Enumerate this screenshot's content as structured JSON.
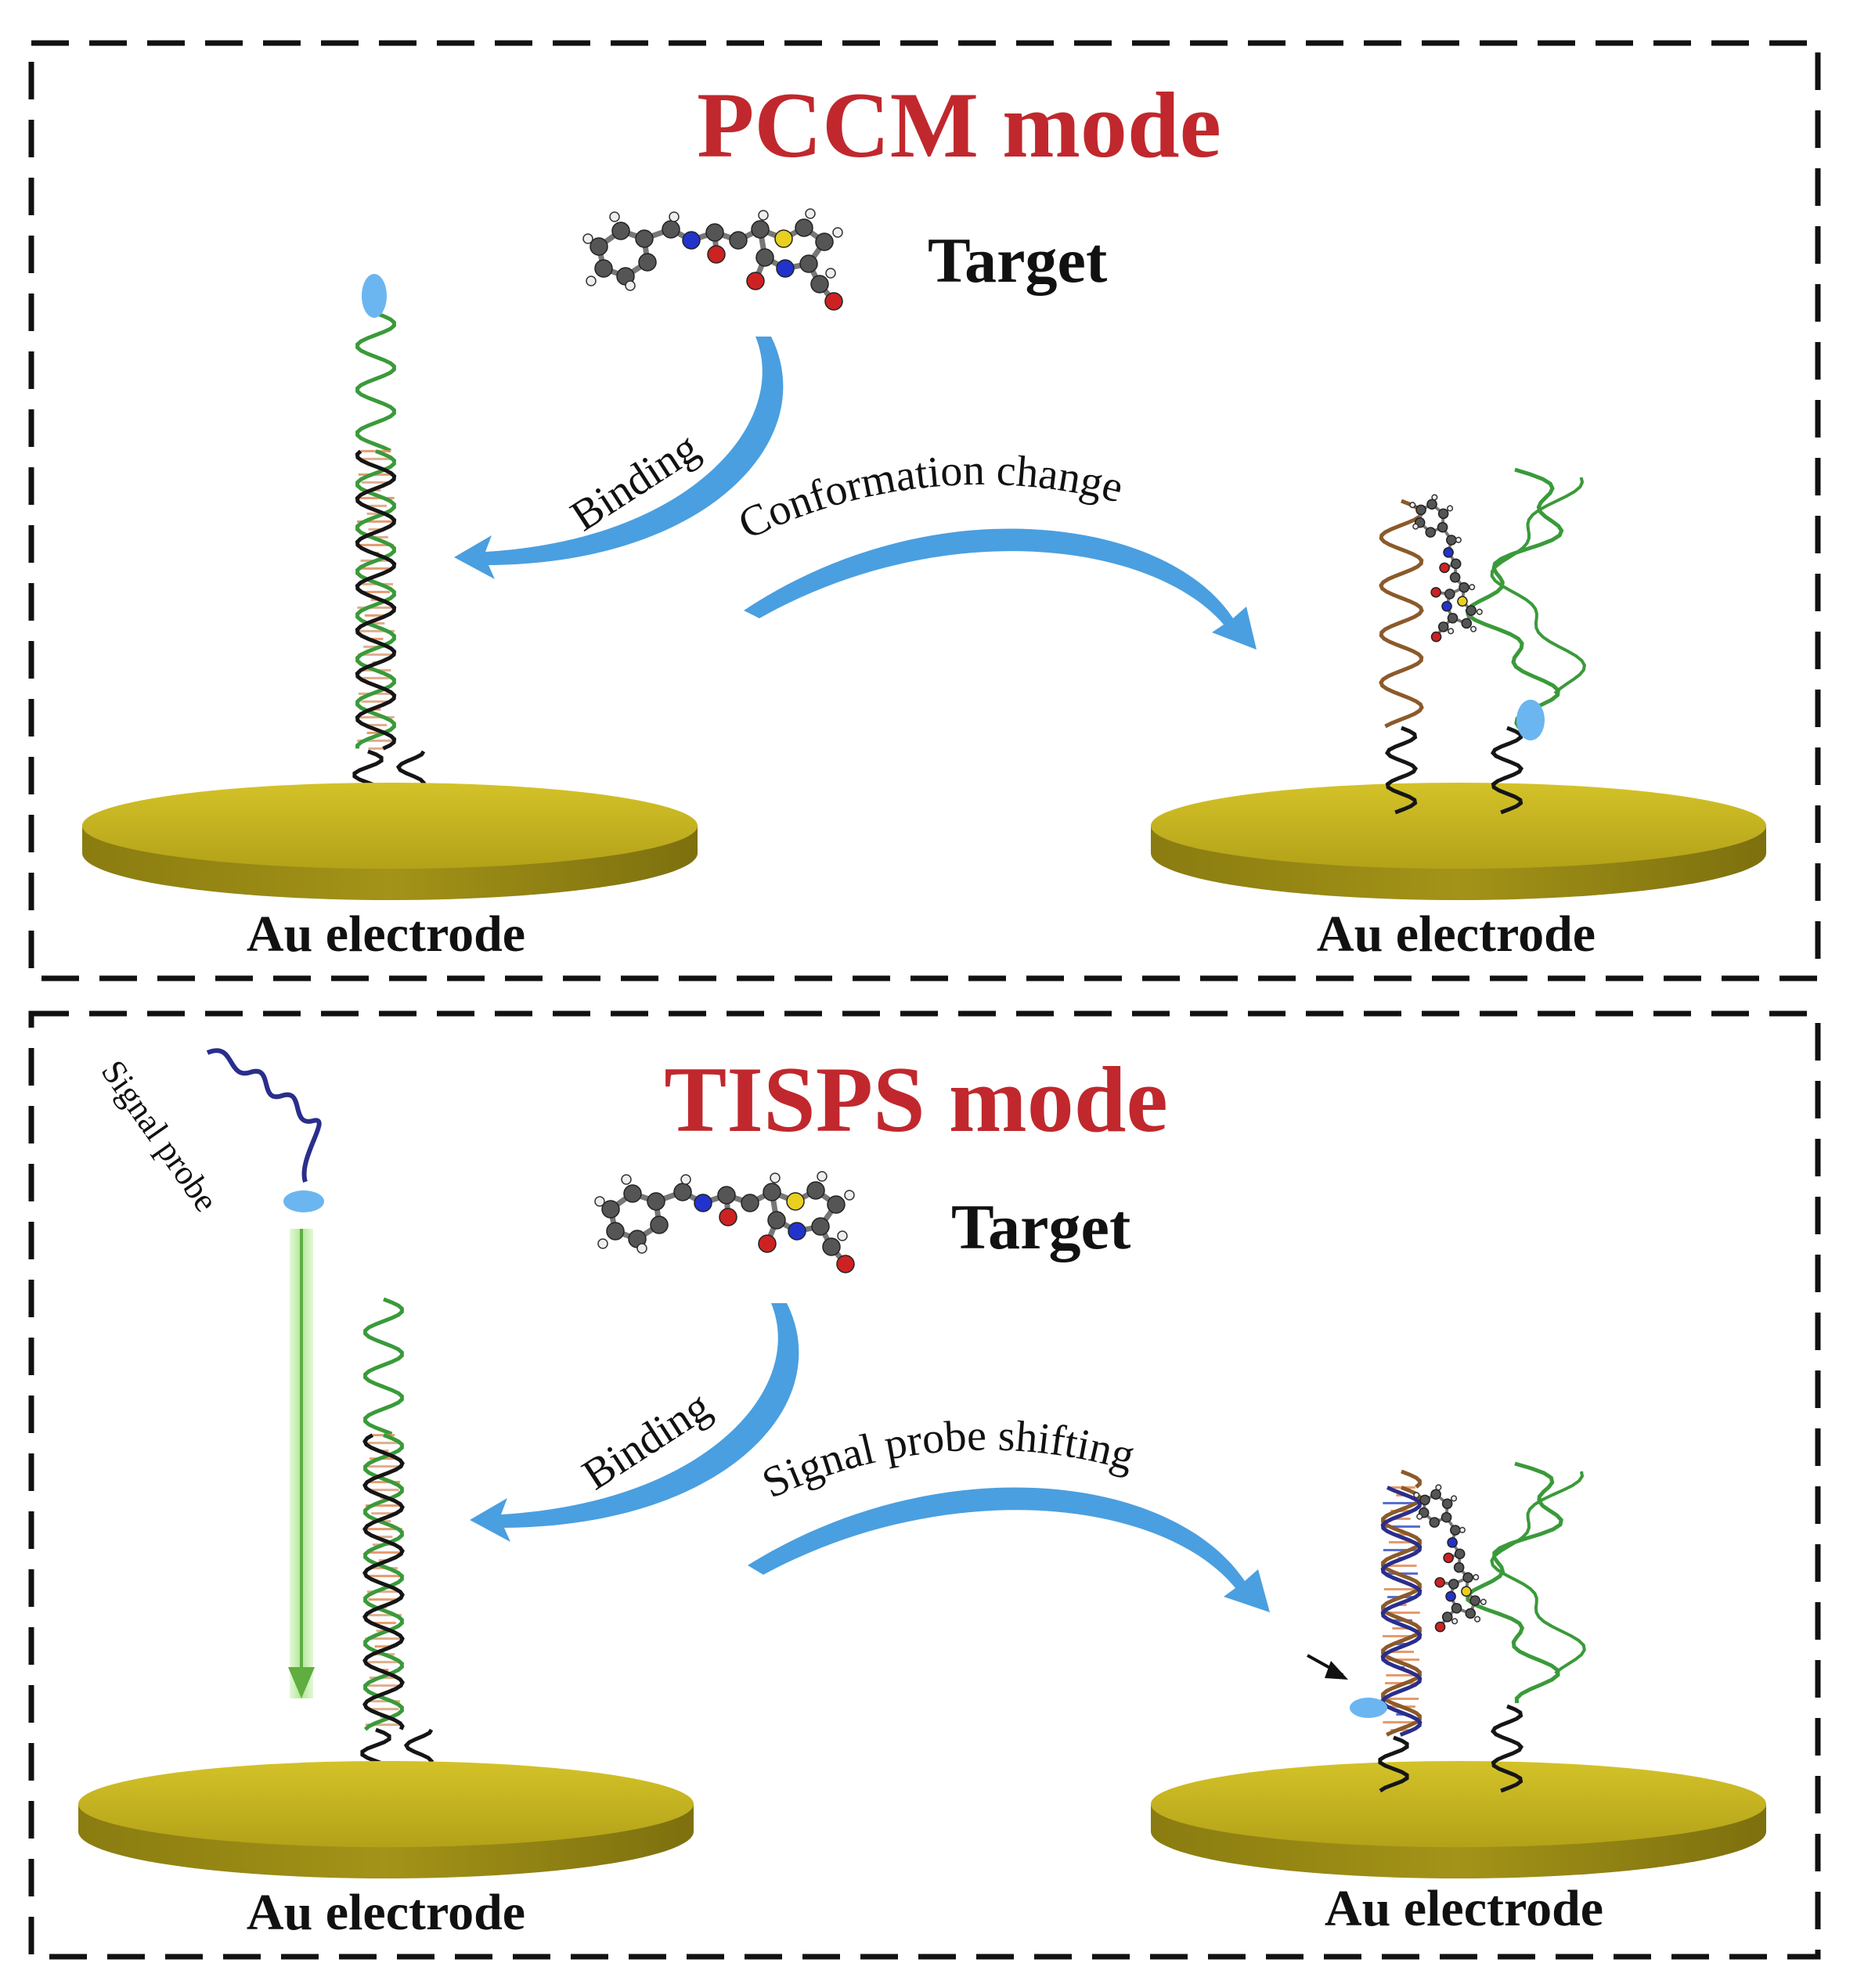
{
  "colors": {
    "title": "#c0282d",
    "text": "#111111",
    "frame": "#111111",
    "electrode_top": "#c6b41c",
    "electrode_side": "#8e8012",
    "arrow_blue": "#4a9fe0",
    "signal_drop": "#6bb6f0",
    "strand_green": "#3a9a3a",
    "strand_black": "#151515",
    "strand_brown": "#8b5a2b",
    "strand_navy": "#2a2e8c",
    "base_orange": "#e08a55",
    "probe_arrow": "#7ed35e"
  },
  "panels": [
    {
      "title": "PCCM mode",
      "target_label": "Target",
      "binding_label": "Binding",
      "transition_label": "Conformation change",
      "left_electrode_label": "Au electrode",
      "right_electrode_label": "Au electrode"
    },
    {
      "title": "TISPS mode",
      "target_label": "Target",
      "binding_label": "Binding",
      "transition_label": "Signal probe shifting",
      "left_electrode_label": "Au electrode",
      "right_electrode_label": "Au electrode",
      "signal_probe_label": "Signal probe"
    }
  ]
}
